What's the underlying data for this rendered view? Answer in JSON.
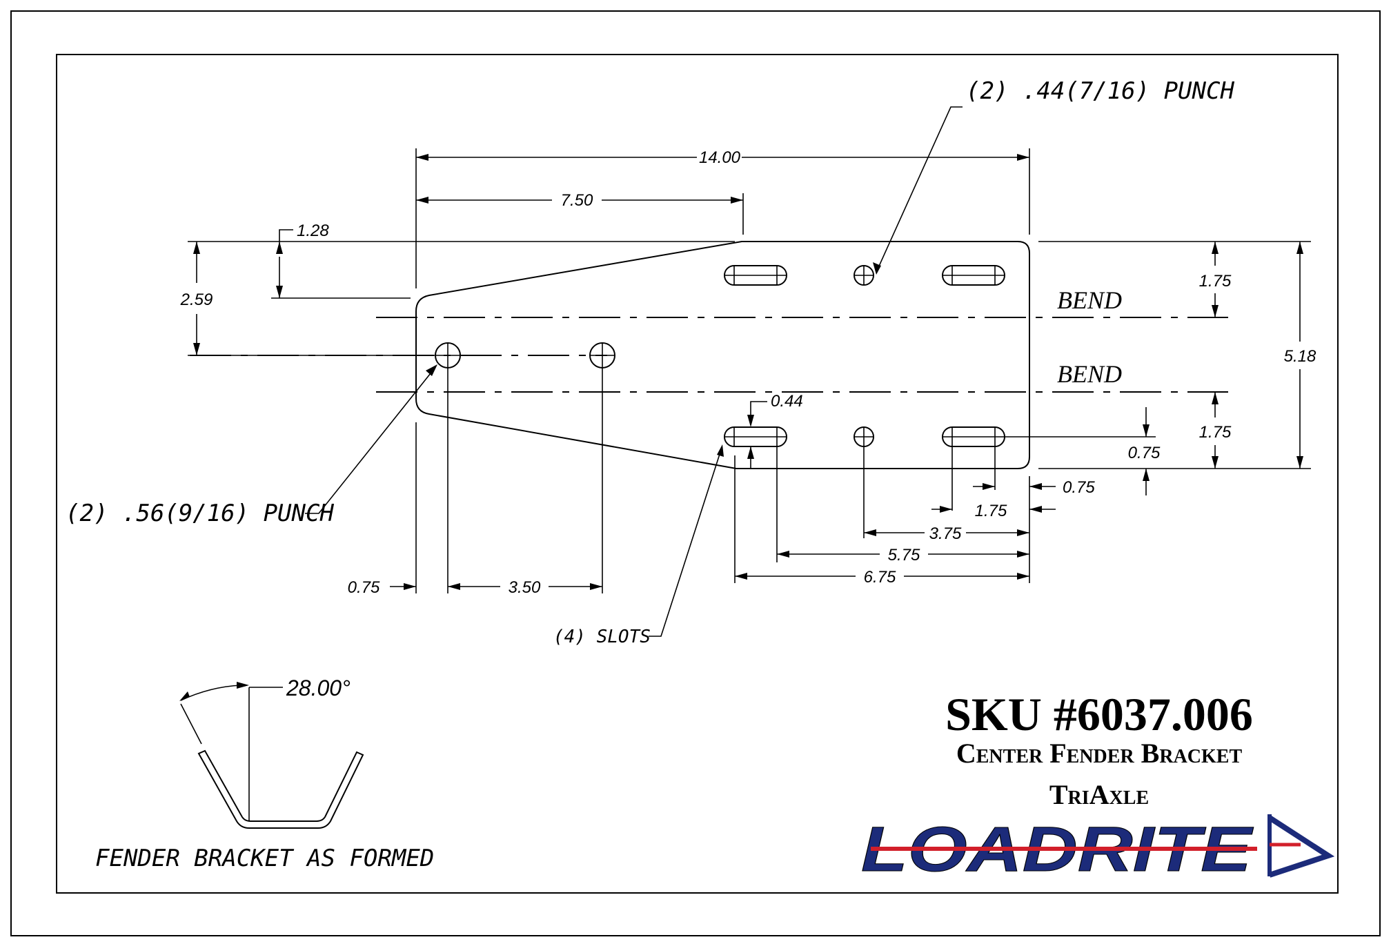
{
  "title_block": {
    "sku": "SKU #6037.006",
    "part_name": "Center Fender Bracket",
    "variant": "TriAxle",
    "logo_text": "LOADRITE",
    "logo_colors": {
      "primary": "#1c2b7a",
      "stripe": "#d21f2a",
      "outline": "#000000"
    }
  },
  "callouts": {
    "punch_small": "(2) .44(7/16) PUNCH",
    "punch_large": "(2) .56(9/16) PUNCH",
    "slots": "(4) SLOTS",
    "bend_top": "BEND",
    "bend_bottom": "BEND",
    "formed_label": "FENDER BRACKET AS FORMED",
    "angle": "28.00°"
  },
  "dimensions": {
    "overall_length": "14.00",
    "taper_length": "7.50",
    "taper_offset": "1.28",
    "large_hole_height": "2.59",
    "top_to_bend": "1.75",
    "bottom_to_bend": "1.75",
    "overall_height": "5.18",
    "slot_width": "0.44",
    "slot_edge_offset": "0.75",
    "end_offset_right": "0.75",
    "slot_length": "1.75",
    "hole_offset_right": "3.75",
    "slot_offset_5_75": "5.75",
    "slot_offset_6_75": "6.75",
    "end_offset_left": "0.75",
    "hole_spacing": "3.50"
  }
}
